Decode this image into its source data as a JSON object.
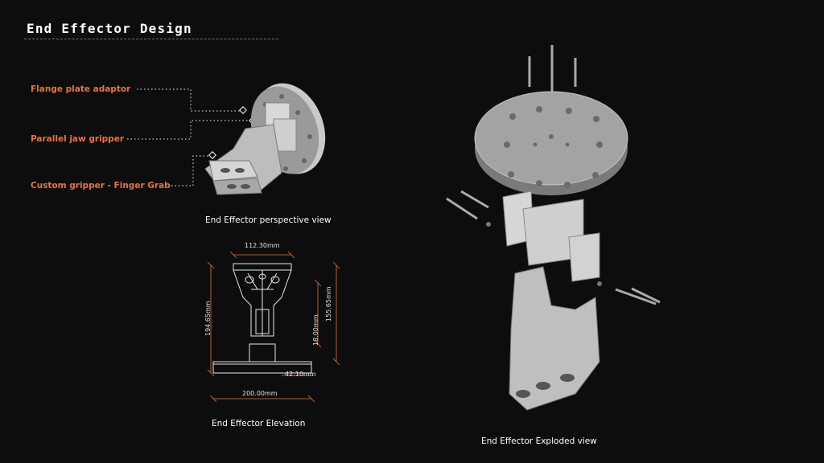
{
  "header": {
    "title": "End Effector Design"
  },
  "callouts": {
    "flange": "Flange plate adaptor",
    "parallel": "Parallel jaw gripper",
    "custom": "Custom gripper - Finger Grab"
  },
  "captions": {
    "perspective": "End Effector perspective view",
    "elevation": "End Effector Elevation",
    "exploded": "End Effector Exploded view"
  },
  "dimensions": {
    "top_width": "112.30mm",
    "total_height": "194.65mm",
    "upper_height": "155.65mm",
    "mid_height": "18.00mm",
    "base_offset": "42.10mm",
    "base_width": "200.00mm"
  },
  "colors": {
    "accent": "#e8743b",
    "background": "#0d0d0d",
    "part": "#bdbdbd"
  }
}
